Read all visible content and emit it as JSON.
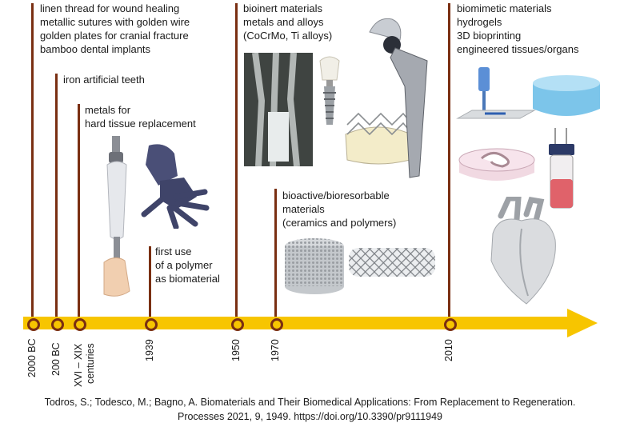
{
  "eras": [
    {
      "lines": [
        "linen thread for wound healing",
        "metallic sutures with golden wire",
        "golden plates for cranial fracture",
        "bamboo dental implants"
      ]
    },
    {
      "lines": [
        "iron artificial teeth"
      ]
    },
    {
      "lines": [
        "metals for",
        "hard tissue replacement"
      ]
    },
    {
      "lines": [
        "first use",
        "of a polymer",
        "as biomaterial"
      ]
    },
    {
      "lines": [
        "bioinert materials",
        "metals and alloys",
        "(CoCrMo, Ti alloys)"
      ]
    },
    {
      "lines": [
        "bioactive/bioresorbable",
        "materials",
        "(ceramics and polymers)"
      ]
    },
    {
      "lines": [
        "biomimetic materials",
        "hydrogels",
        "3D bioprinting",
        "engineered tissues/organs"
      ]
    }
  ],
  "years": [
    "2000 BC",
    "200 BC",
    "XVI – XIX",
    "centuries",
    "1939",
    "1950",
    "1970",
    "2010"
  ],
  "citation": {
    "line1": "Todros, S.; Todesco, M.; Bagno, A. Biomaterials and Their Biomedical Applications: From  Replacement to Regeneration.",
    "line2": "Processes 2021, 9, 1949. https://doi.org/10.3390/pr9111949"
  },
  "colors": {
    "arrow": "#f7c500",
    "line": "#7a2f12"
  }
}
